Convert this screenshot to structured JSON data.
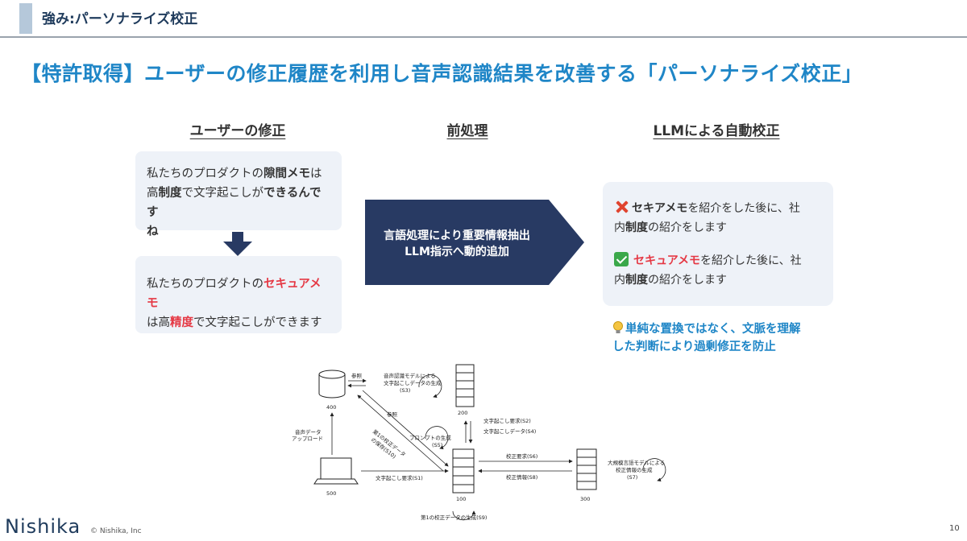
{
  "header": {
    "title": "強み:パーソナライズ校正"
  },
  "main_title": "【特許取得】ユーザーの修正履歴を利用し音声認識結果を改善する「パーソナライズ校正」",
  "columns": {
    "user": "ユーザーの修正",
    "pre": "前処理",
    "llm": "LLMによる自動校正"
  },
  "card1": {
    "t1": "私たちのプロダクトの",
    "b1": "隙間メモ",
    "t2": "は高",
    "b2": "制度",
    "t3": "で文字起こしが",
    "b3": "できるんです",
    "b4": "ね"
  },
  "card2": {
    "t1": "私たちのプロダクトの",
    "r1": "セキュアメモ",
    "t2": "は高",
    "r2": "精度",
    "t3": "で文字起こしができます"
  },
  "process": {
    "line1": "言語処理により重要情報抽出",
    "line2": "LLM指示へ動的追加"
  },
  "result": {
    "bad_b1": "セキアメモ",
    "bad_t1": "を紹介をした後に、社",
    "bad_t2": "内",
    "bad_b2": "制度",
    "bad_t3": "の紹介をします",
    "good_r1": "セキュアメモ",
    "good_t1": "を紹介した後に、社",
    "good_t2": "内",
    "good_b2": "制度",
    "good_t3": "の紹介をします"
  },
  "note": {
    "line1": "単純な置換ではなく、文脈を理解",
    "line2": "した判断により過剰修正を防止"
  },
  "diagram": {
    "n400": "400",
    "n200": "200",
    "n100": "100",
    "n300": "300",
    "n500": "500",
    "ref1": "参照",
    "ref2": "参照",
    "s3a": "音声認識モデルによる",
    "s3b": "文字起こしデータの生成",
    "s3c": "(S3)",
    "upload_a": "音声データ",
    "upload_b": "アップロード",
    "s10a": "第1の校正データ",
    "s10b": "の保存(S10)",
    "s5a": "プロンプトの生成",
    "s5b": "(S5)",
    "s2": "文字起こし要求(S2)",
    "s4": "文字起こしデータ(S4)",
    "s6": "校正要求(S6)",
    "s8": "校正情報(S8)",
    "s7a": "大規模言語モデルによる",
    "s7b": "校正情報の生成",
    "s7c": "(S7)",
    "s1": "文字起こし要求(S1)",
    "s9": "第1の校正データの生成(S9)"
  },
  "footer": {
    "logo": "Nishika",
    "copyright": "© Nishika, Inc",
    "page": "10"
  },
  "colors": {
    "accent_blue": "#1f86c7",
    "navy": "#283a63",
    "red": "#e53945",
    "card_bg": "#eef2f8"
  }
}
